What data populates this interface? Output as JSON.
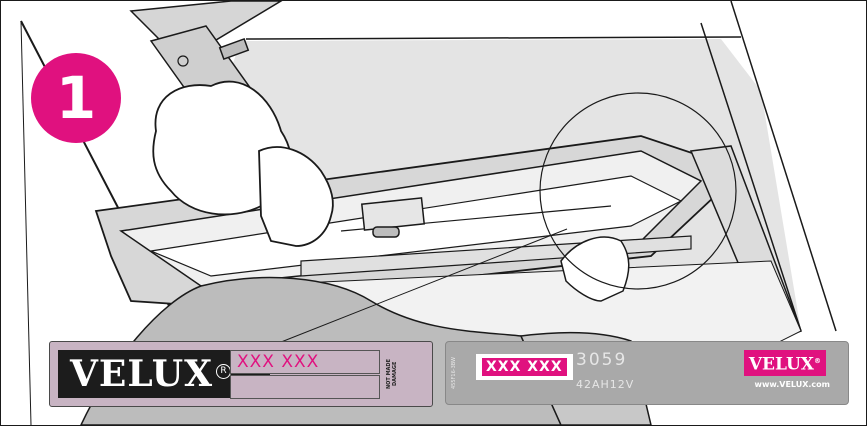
{
  "step": {
    "number": "1"
  },
  "label_left": {
    "brand": "VELUX",
    "registered": "R",
    "code": "XXX XXX",
    "vertical_text": "NOT MADE DAMAGE"
  },
  "label_right": {
    "vertical_text": "455F16-3BW",
    "code": "XXX XXX",
    "number": "3059",
    "model": "42AH12V",
    "brand": "VELUX",
    "registered": "®",
    "url": "www.VELUX.com"
  },
  "colors": {
    "accent_magenta": "#e0117f",
    "label_left_bg": "#c8b4c3",
    "label_right_bg": "#a9a9a9",
    "sleeve_gray": "#bcbcbc",
    "wall_gray": "#d9d9d9"
  }
}
